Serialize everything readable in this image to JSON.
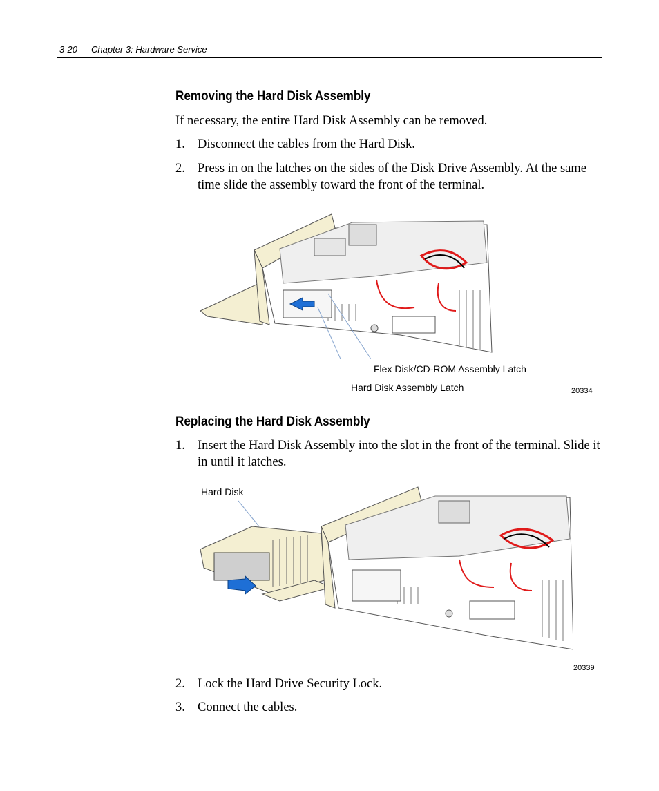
{
  "header": {
    "page_number": "3-20",
    "chapter": "Chapter 3:  Hardware Service"
  },
  "section1": {
    "heading": "Removing the Hard Disk Assembly",
    "intro": "If necessary, the entire Hard Disk Assembly can be removed.",
    "steps": [
      {
        "num": "1.",
        "text": "Disconnect the cables from the Hard Disk."
      },
      {
        "num": "2.",
        "text": "Press in on the latches on the sides of the Disk Drive Assembly. At the same time slide the assembly toward the front of the terminal."
      }
    ]
  },
  "figure1": {
    "labels": {
      "flex_latch": "Flex Disk/CD-ROM Assembly Latch",
      "hard_latch": "Hard Disk Assembly Latch"
    },
    "number": "20334"
  },
  "section2": {
    "heading": "Replacing the Hard Disk Assembly",
    "steps": [
      {
        "num": "1.",
        "text": "Insert the Hard Disk Assembly into the slot in the front of the terminal. Slide it in until it latches."
      },
      {
        "num": "2.",
        "text": "Lock the Hard Drive Security Lock."
      },
      {
        "num": "3.",
        "text": "Connect the cables."
      }
    ]
  },
  "figure2": {
    "labels": {
      "hard_disk": "Hard Disk"
    },
    "number": "20339"
  },
  "colors": {
    "bezel": "#f4efd2",
    "chassis": "#ffffff",
    "arrow": "#1e6fd6",
    "cable": "#e01a1a"
  }
}
